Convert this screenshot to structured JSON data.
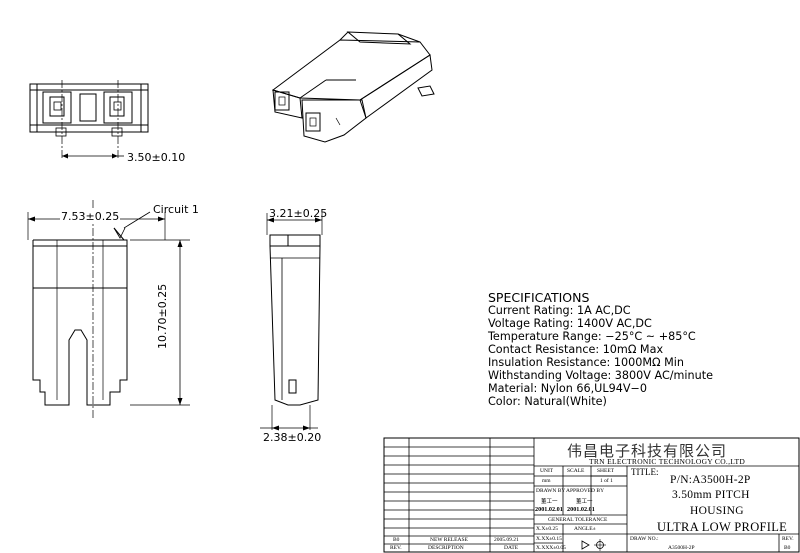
{
  "dimensions": {
    "pitch": "3.50±0.10",
    "width": "7.53±0.25",
    "circuit_label": "Circuit 1",
    "depth": "3.21±0.25",
    "height": "10.70±0.25",
    "bottom": "2.38±0.20"
  },
  "specifications": {
    "heading": "SPECIFICATIONS",
    "lines": [
      "Current Rating: 1A AC,DC",
      "Voltage Rating: 1400V AC,DC",
      "Temperature Range: −25°C ~ +85°C",
      "Contact Resistance: 10mΩ Max",
      "Insulation Resistance: 1000MΩ Min",
      "Withstanding Voltage: 3800V AC/minute",
      "Material: Nylon 66,UL94V−0",
      "Color: Natural(White)"
    ]
  },
  "title_block": {
    "company_cn": "伟昌电子科技有限公司",
    "company_en": "TRN ELECTRONIC TECHNOLOGY CO.,LTD",
    "unit_label": "UNIT",
    "unit_value": "mm",
    "scale_label": "SCALE",
    "sheet_label": "SHEET",
    "sheet_value": "1 of 1",
    "drawn_by_label": "DRAWN BY",
    "drawn_by_name": "董工一",
    "drawn_date": "2001.02.01",
    "approved_by_label": "APPROVED BY",
    "approved_by_name": "董工一",
    "approved_date": "2001.02.01",
    "tolerance_label": "GENERAL TOLERANCE",
    "tol_1": "X.X±0.25",
    "tol_2": "X.XX±0.15",
    "tol_3": "X.XXX±0.05",
    "angle_label": "ANGLE±",
    "title_label": "TITLE:",
    "part_number": "P/N:A3500H-2P",
    "pitch_title": "3.50mm PITCH",
    "housing_title": "HOUSING",
    "profile_title": "ULTRA LOW PROFILE",
    "drawing_no_label": "DRAW NO.:",
    "drawing_no": "A3500H-2P",
    "rev_header": "REV.",
    "rev_value": "B0",
    "revision_row": {
      "rev": "B0",
      "description": "NEW RELEASE",
      "date": "2005.09.21"
    },
    "col_rev": "REV.",
    "col_description": "DESCRIPTION",
    "col_date": "DATE"
  }
}
